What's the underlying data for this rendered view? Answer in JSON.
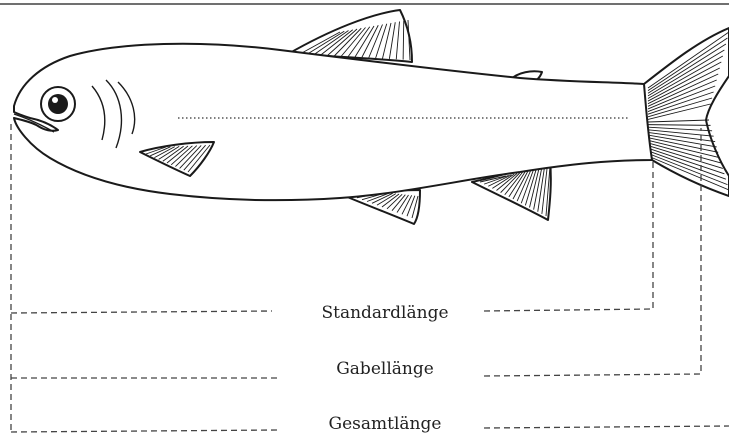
{
  "measurements": {
    "standard_length": "Standardlänge",
    "fork_length": "Gabellänge",
    "total_length": "Gesamtlänge"
  },
  "colors": {
    "line": "#1a1a1a",
    "dimension_line": "#444444",
    "background": "#ffffff"
  }
}
